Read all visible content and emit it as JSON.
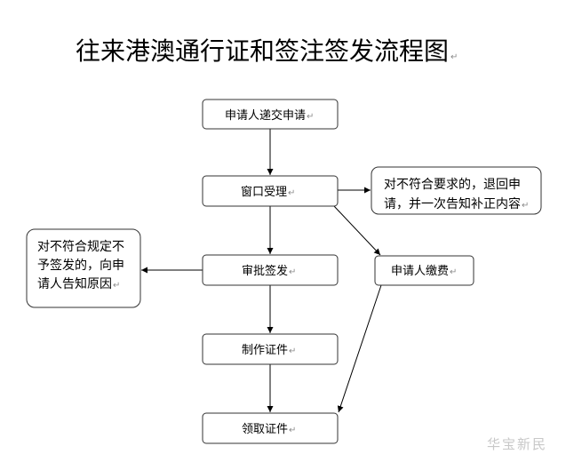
{
  "title": "往来港澳通行证和签注签发流程图",
  "paragraph_mark": "↵",
  "nodes": {
    "submit": "申请人递交申请",
    "accept": "窗口受理",
    "approve": "审批签发",
    "produce": "制作证件",
    "collect": "领取证件",
    "pay": "申请人缴费"
  },
  "notes": {
    "return": [
      "对不符合要求的，退回申",
      "请，并一次告知补正内容"
    ],
    "refuse": [
      "对不符合规定不",
      "予签发的，向申",
      "请人告知原因"
    ]
  },
  "watermark": "华宝新民",
  "colors": {
    "stroke": "#333333",
    "text": "#000000",
    "paragraph_mark": "#8a8a8a"
  }
}
